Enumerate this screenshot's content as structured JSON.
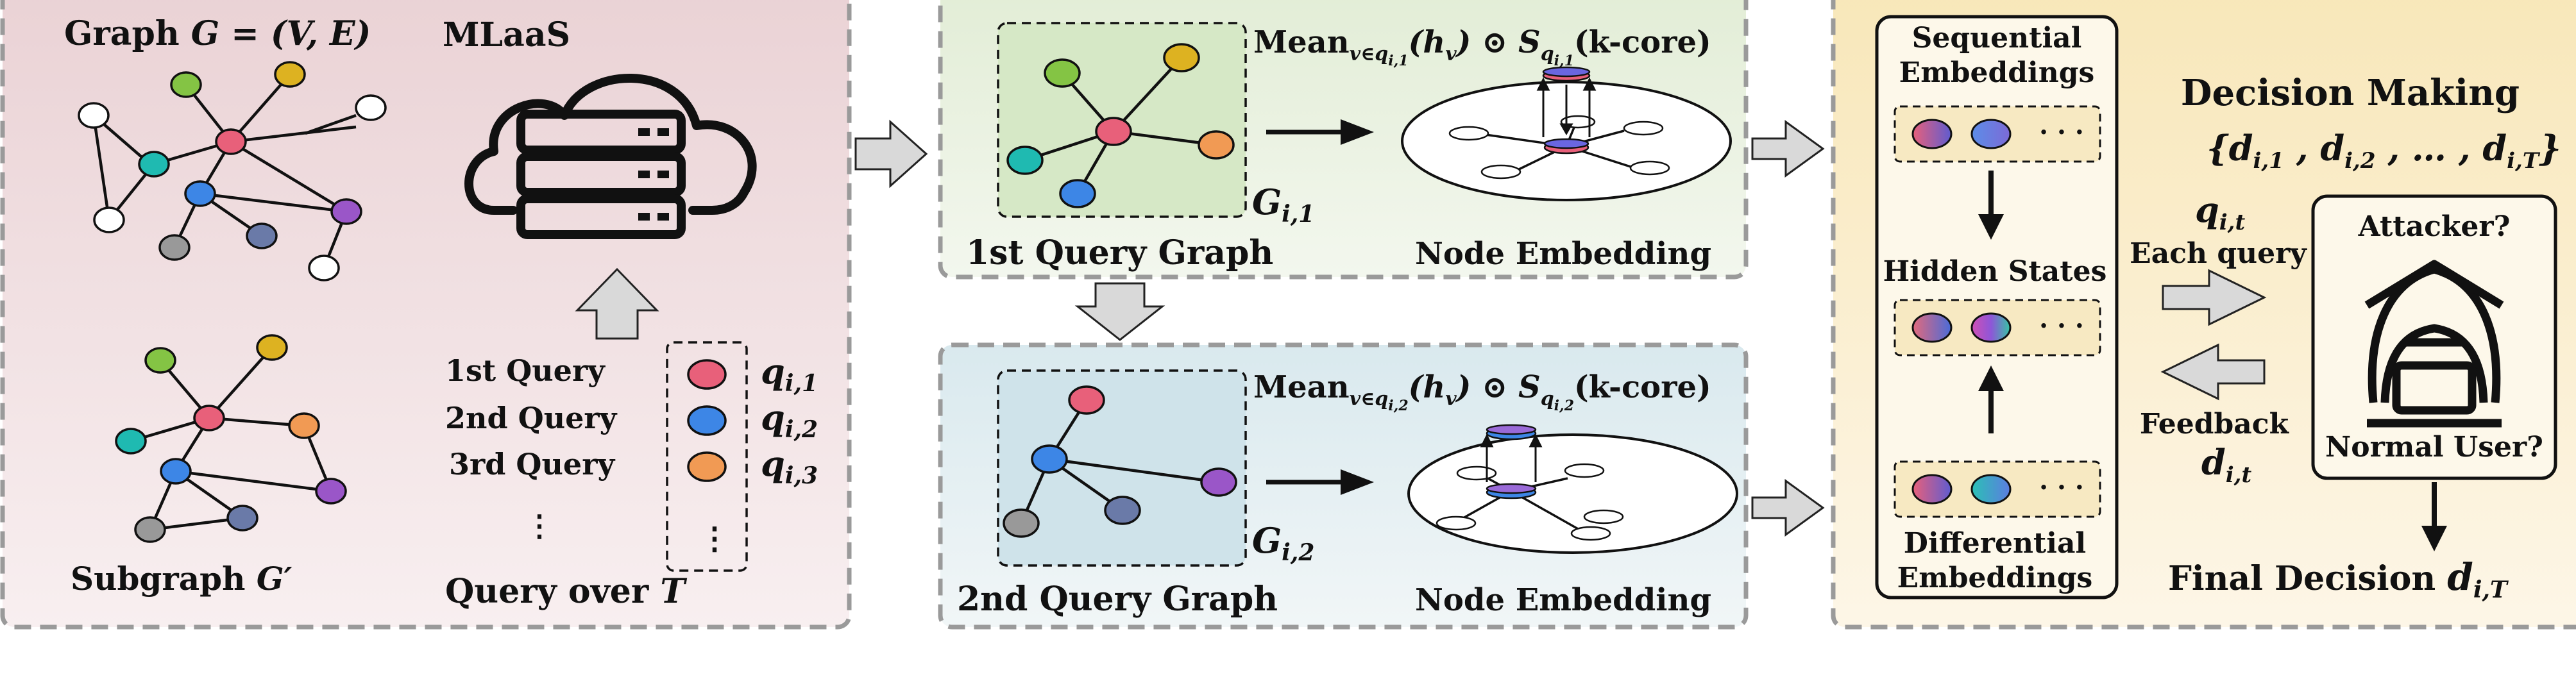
{
  "panel1": {
    "graph_title_prefix": "Graph ",
    "graph_title_math": "G = (V, E)",
    "subgraph_title_prefix": "Subgraph ",
    "subgraph_title_math": "G′",
    "mlaas_label": "MLaaS",
    "queries": [
      {
        "label": "1st  Query",
        "symbol": "q",
        "subscript": "i,1",
        "color": "#e8607a"
      },
      {
        "label": "2nd Query",
        "symbol": "q",
        "subscript": "i,2",
        "color": "#3d86e6"
      },
      {
        "label": "3rd Query",
        "symbol": "q",
        "subscript": "i,3",
        "color": "#f19a54"
      }
    ],
    "query_ellipsis_label": "⋮",
    "query_ellipsis_box": "⋮",
    "query_over_prefix": "Query over ",
    "query_over_math": "T"
  },
  "panel2": {
    "formula_1": {
      "mean": "Mean",
      "mean_sub": "v∈q",
      "mean_sub2": "i,1",
      "h": "(h",
      "hv": "v",
      "odot": ") ⊙ S",
      "s_sub": "q",
      "s_sub2": "i,1",
      "tail": "(k-core)"
    },
    "formula_2": {
      "mean": "Mean",
      "mean_sub": "v∈q",
      "mean_sub2": "i,2",
      "h": "(h",
      "hv": "v",
      "odot": ") ⊙ S",
      "s_sub": "q",
      "s_sub2": "i,2",
      "tail": "(k-core)"
    },
    "g1_label": "G",
    "g1_sub": "i,1",
    "g2_label": "G",
    "g2_sub": "i,2",
    "query_graph_1": "1st Query Graph",
    "query_graph_2": "2nd Query Graph",
    "node_embedding_1": "Node Embedding",
    "node_embedding_2": "Node Embedding"
  },
  "panel3": {
    "sequential_embeddings": [
      "Sequential",
      "Embeddings"
    ],
    "hidden_states": "Hidden States",
    "differential_embeddings": [
      "Differential",
      "Embeddings"
    ],
    "ellipsis": "· · ·",
    "decision_making": "Decision Making",
    "decision_set": "{d  , d  , … , d  }",
    "decision_set_parts": {
      "open": "{",
      "d": "d",
      "s1": "i,1",
      "s2": "i,2",
      "dots": "…",
      "sT": "i,T",
      "close": "}"
    },
    "q_it": "q",
    "q_it_sub": "i,t",
    "each_query": "Each query",
    "feedback": "Feedback",
    "d_it": "d",
    "d_it_sub": "i,t",
    "attacker": "Attacker?",
    "normal_user": "Normal User?",
    "final_decision": "Final Decision ",
    "final_d": "d",
    "final_d_sub": "i,T"
  },
  "colors": {
    "panel1_top": "#ead2d5",
    "panel1_bottom": "#f8eff0",
    "panel2a_top": "#e2edd6",
    "panel2a_bottom": "#f3f7ee",
    "panel2b_top": "#d9e9ee",
    "panel2b_bottom": "#f1f6f7",
    "panel3_top": "#f8e7b9",
    "panel3_bottom": "#fdf6e7",
    "node_red": "#e8607a",
    "node_blue": "#3d86e6",
    "node_orange": "#f19a54",
    "node_green": "#84c444",
    "node_yellow": "#ddb221",
    "node_teal": "#1fbab1",
    "node_purple": "#9a56c8",
    "node_gray": "#999999",
    "node_slate": "#6a7aa8"
  },
  "icons": [
    "cloud-server-icon",
    "hooded-user-icon",
    "arrow-icon"
  ]
}
